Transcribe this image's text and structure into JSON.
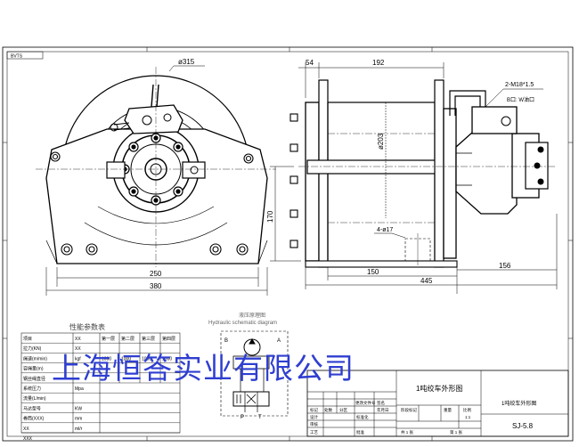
{
  "sheet": {
    "corner_tag": "BVTS",
    "company_overlay": "上海恒答实业有限公司"
  },
  "front_view": {
    "dim_drum_dia": "ø315",
    "dim_base_width": "250",
    "dim_total_width": "380"
  },
  "side_view": {
    "dim_left_flange": "54",
    "dim_drum_length": "192",
    "dim_port": "2-M18*1.5",
    "dim_port_label": "B口: W油口",
    "dim_drum_core": "ø203",
    "dim_height": "170",
    "dim_holes": "4-ø17",
    "dim_base_len": "150",
    "dim_total_len": "445",
    "dim_motor": "156"
  },
  "hydraulic": {
    "title_cn": "液压原理图",
    "title_en": "Hydraulic schematic diagram",
    "port_b": "B",
    "port_a": "A",
    "port_p": "P",
    "port_t": "T"
  },
  "perf_table": {
    "title": "性能参数表",
    "header": [
      "项目",
      "XX",
      "第一层",
      "第二层",
      "第三层",
      "第四层"
    ],
    "rows": [
      [
        "拉力(KN)",
        "XX",
        "",
        "",
        "",
        ""
      ],
      [
        "绳速(m/min)",
        "kgf",
        "1000",
        "1000",
        "1000",
        "1000"
      ],
      [
        "容绳量(m)",
        "",
        "",
        "",
        "",
        ""
      ],
      [
        "钢丝绳直径",
        "",
        "",
        "",
        "",
        ""
      ],
      [
        "系统压力",
        "Mpa",
        "",
        "",
        "",
        ""
      ],
      [
        "流量(L/min)",
        "",
        "",
        "",
        "",
        ""
      ],
      [
        "马达型号",
        "KW",
        "",
        "",
        "",
        ""
      ],
      [
        "卷筒(XXX)",
        "mm",
        "",
        "",
        "",
        ""
      ],
      [
        "XX",
        "ml/r",
        "",
        "",
        "",
        ""
      ],
      [
        "XXX",
        "",
        "",
        "",
        "",
        ""
      ]
    ]
  },
  "title_block": {
    "drawing_name": "1吨绞车外形图",
    "drawing_name_2": "1吨绞车外形图",
    "drawing_no": "SJ-5.8",
    "h_mark": "标记",
    "h_count": "处数",
    "h_zone": "分区",
    "h_docno": "更改文件号",
    "h_sign": "签名",
    "h_date": "年月日",
    "h_design": "设计",
    "h_std": "标准化",
    "h_check": "审核",
    "h_process": "工艺",
    "h_approve": "批准",
    "stage_label": "阶段标记",
    "weight_label": "重量",
    "scale_label": "比例",
    "scale_value": "1:1",
    "sheets_total": "共 1 张",
    "sheet_no": "第 1 张"
  }
}
